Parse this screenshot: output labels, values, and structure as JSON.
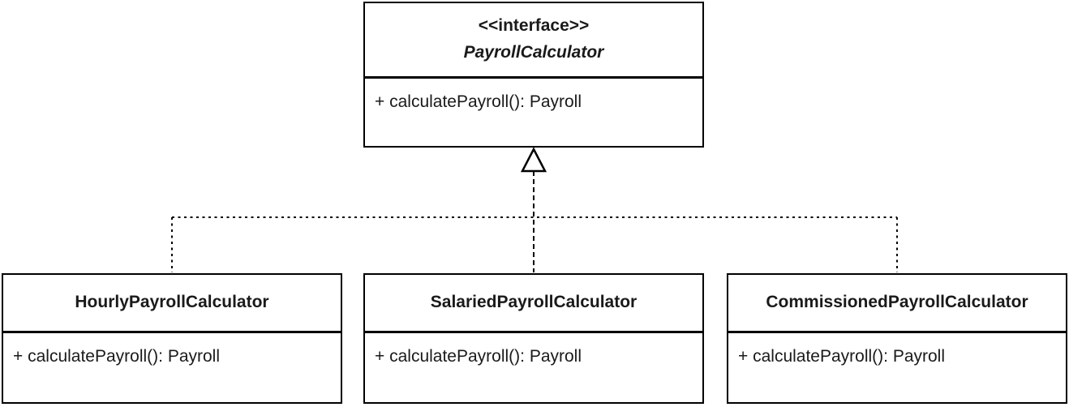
{
  "diagram": {
    "type": "uml-class-diagram",
    "relationship": "realization",
    "interface": {
      "stereotype": "<<interface>>",
      "name": "PayrollCalculator",
      "methods": [
        "+ calculatePayroll(): Payroll"
      ]
    },
    "classes": [
      {
        "name": "HourlyPayrollCalculator",
        "methods": [
          "+ calculatePayroll(): Payroll"
        ]
      },
      {
        "name": "SalariedPayrollCalculator",
        "methods": [
          "+ calculatePayroll(): Payroll"
        ]
      },
      {
        "name": "CommissionedPayrollCalculator",
        "methods": [
          "+ calculatePayroll(): Payroll"
        ]
      }
    ],
    "colors": {
      "line": "#000000",
      "text": "#1a1a1a",
      "box_fill": "#ffffff",
      "background": "#ffffff"
    }
  }
}
